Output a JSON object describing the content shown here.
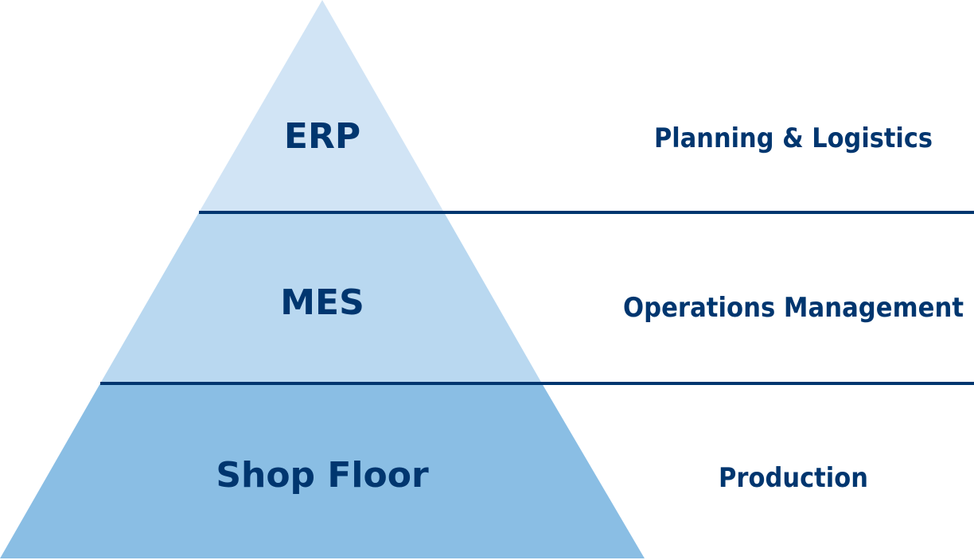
{
  "colors": {
    "text": "#00366f",
    "divider": "#00366f",
    "top_fill": "#d1e4f5",
    "middle_fill": "#b9d8f0",
    "bottom_fill": "#8abee4",
    "background": "#ffffff"
  },
  "layers": [
    {
      "name": "ERP",
      "description": "Planning & Logistics"
    },
    {
      "name": "MES",
      "description": "Operations Management"
    },
    {
      "name": "Shop Floor",
      "description": "Production"
    }
  ]
}
